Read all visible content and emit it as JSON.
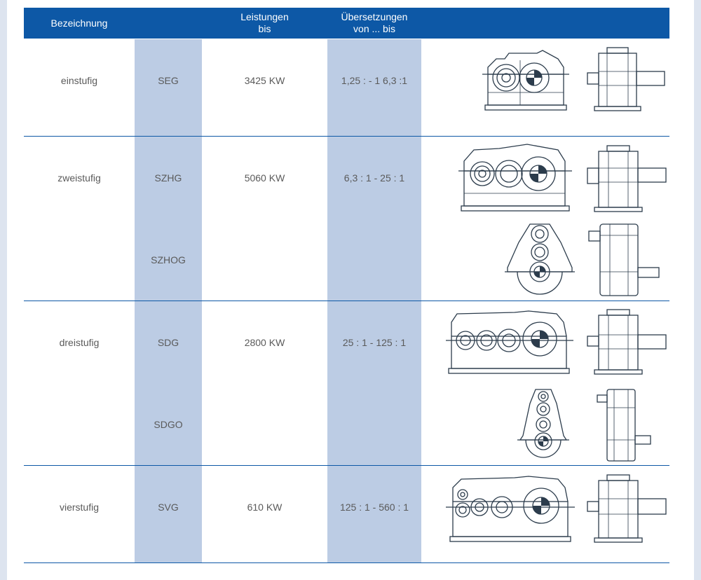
{
  "header": {
    "bezeichnung": "Bezeichnung",
    "leistungen_line1": "Leistungen",
    "leistungen_line2": "bis",
    "uebersetzungen_line1": "Übersetzungen",
    "uebersetzungen_line2": "von ... bis"
  },
  "rows": [
    {
      "stage": "einstufig",
      "types": [
        "SEG"
      ],
      "power": "3425 KW",
      "ratio": "1,25 : - 1 6,3 :1"
    },
    {
      "stage": "zweistufig",
      "types": [
        "SZHG",
        "SZHOG"
      ],
      "power": "5060 KW",
      "ratio": "6,3 : 1 - 25 : 1"
    },
    {
      "stage": "dreistufig",
      "types": [
        "SDG",
        "SDGO"
      ],
      "power": "2800 KW",
      "ratio": "25 : 1 - 125 : 1"
    },
    {
      "stage": "vierstufig",
      "types": [
        "SVG"
      ],
      "power": "610 KW",
      "ratio": "125 : 1 - 560 : 1"
    }
  ],
  "colors": {
    "header_bg": "#0d58a6",
    "column_band": "#bccce4",
    "page_bg": "#dde4ef"
  },
  "drawings": [
    "seg-gearbox-front-drawing",
    "seg-gearbox-side-drawing",
    "szhg-gearbox-front-drawing",
    "szhg-gearbox-side-drawing",
    "szhog-gearbox-front-drawing",
    "szhog-gearbox-side-drawing",
    "sdg-gearbox-front-drawing",
    "sdg-gearbox-side-drawing",
    "sdgo-gearbox-front-drawing",
    "sdgo-gearbox-side-drawing",
    "svg-gearbox-front-drawing",
    "svg-gearbox-side-drawing"
  ]
}
